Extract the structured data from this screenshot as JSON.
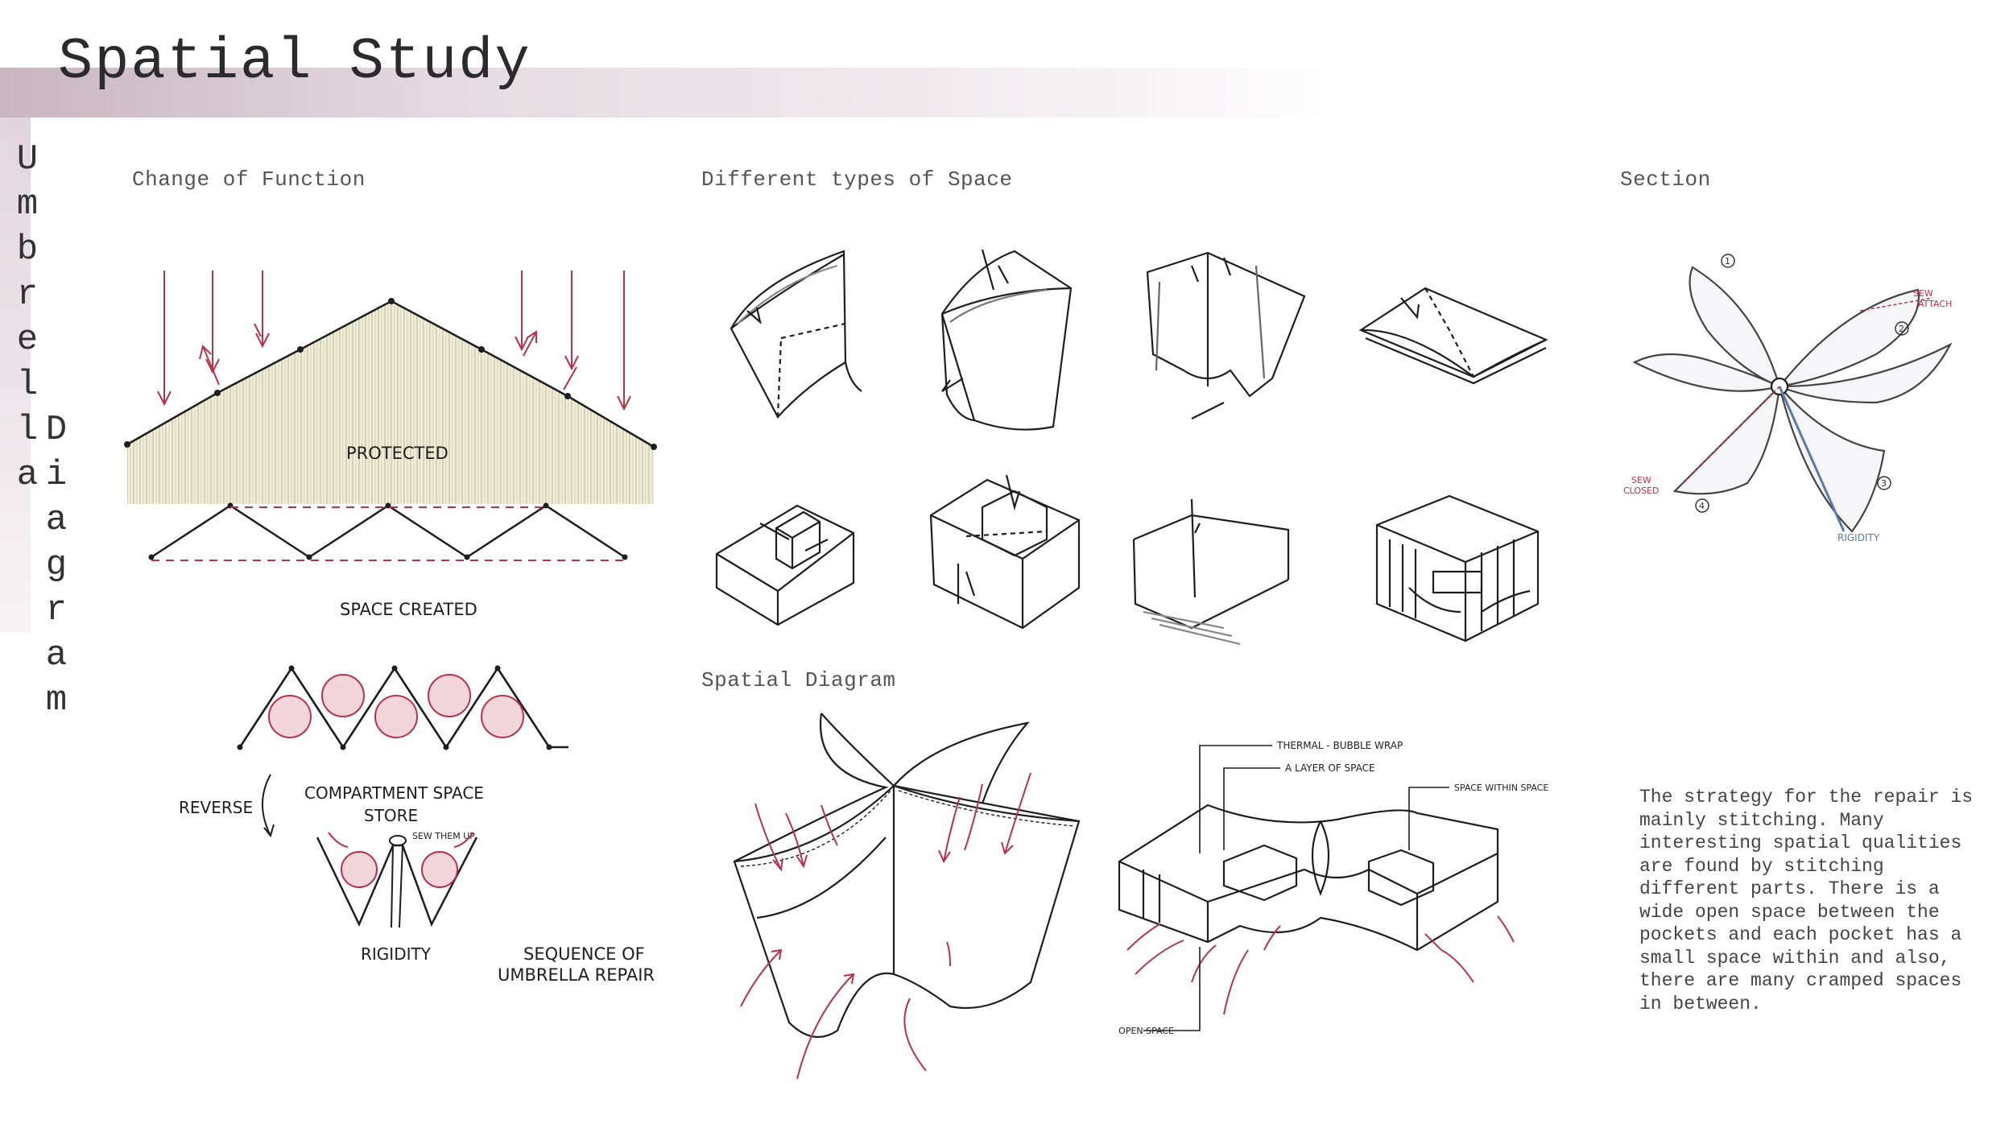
{
  "page": {
    "title": "Spatial Study",
    "side_title_1": "Umbrella",
    "side_title_2": "Diagram"
  },
  "sections": {
    "change_of_function": "Change of Function",
    "types_of_space": "Different types of Space",
    "section": "Section",
    "spatial_diagram": "Spatial Diagram"
  },
  "change_sketch": {
    "protected": "PROTECTED",
    "space_created": "SPACE CREATED"
  },
  "repair_sketch": {
    "reverse": "REVERSE",
    "compartment_1": "COMPARTMENT SPACE",
    "compartment_2": "STORE",
    "sew_them_up": "SEW THEM UP",
    "rigidity": "RIGIDITY",
    "sequence_1": "SEQUENCE OF",
    "sequence_2": "UMBRELLA REPAIR"
  },
  "section_sketch": {
    "n1": "1",
    "n2": "2",
    "n3": "3",
    "n4": "4",
    "sew_attach_1": "SEW",
    "sew_attach_2": "ATTACH",
    "sew_closed_1": "SEW",
    "sew_closed_2": "CLOSED",
    "rigidity": "RIGIDITY"
  },
  "spatial_sketch": {
    "thermal": "THERMAL - BUBBLE WRAP",
    "layer": "A LAYER OF SPACE",
    "within": "SPACE WITHIN SPACE",
    "open": "OPEN SPACE"
  },
  "description": "The strategy for the repair is mainly stitching. Many interesting spatial qualities are found by stitching different parts. There is a wide open space between the pockets and each pocket has a small space within and also, there are many cramped spaces in between.",
  "colors": {
    "accent_red": "#b8324a",
    "ink": "#1e1e1e",
    "band": "#d9cbd2"
  }
}
